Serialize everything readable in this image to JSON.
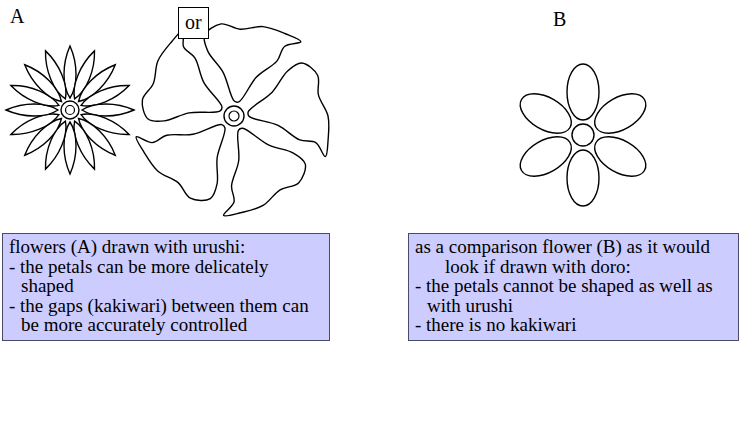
{
  "diagram": {
    "nodes": [
      {
        "text": [
          "or"
        ]
      },
      {
        "text": [
          "flowers (A) drawn with urushi:",
          "- the petals can be more delicately shaped",
          "- the gaps (kakiwari) between them can be more accurately controlled"
        ]
      },
      {
        "text": [
          "as a comparison flower (B) as it would look if drawn with doro:",
          "- the petals cannot be shaped as well as with urushi",
          "- there is no kakiwari"
        ]
      }
    ],
    "labels": [
      "A",
      "B"
    ]
  }
}
